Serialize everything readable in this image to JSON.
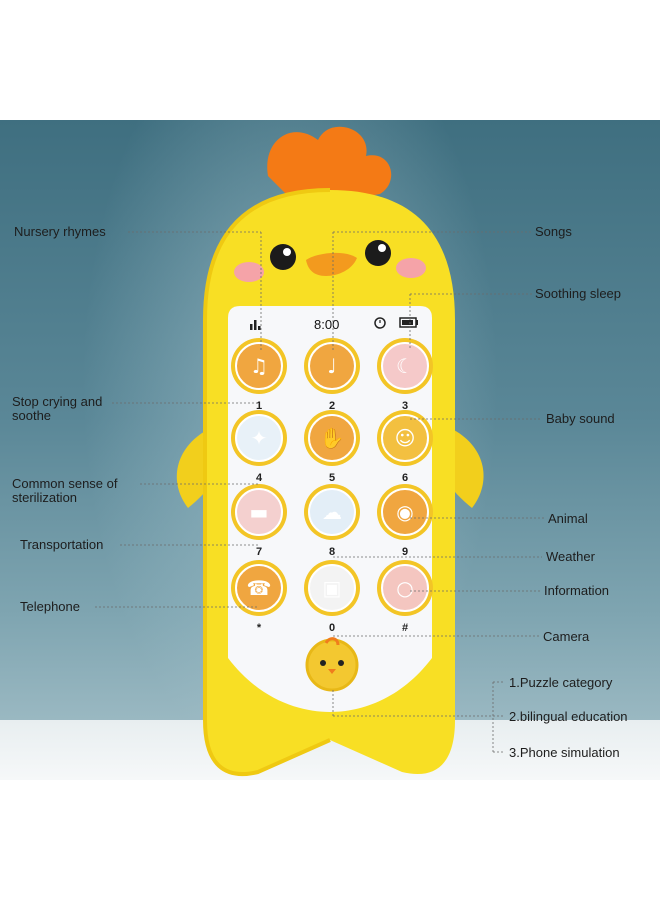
{
  "status_bar": {
    "time": "8:00"
  },
  "keys": [
    {
      "number": "1",
      "icon": "music-note-icon",
      "color": "#f0a640"
    },
    {
      "number": "2",
      "icon": "piano-icon",
      "color": "#f0a640"
    },
    {
      "number": "3",
      "icon": "sleeping-baby-icon",
      "color": "#f5c9c9"
    },
    {
      "number": "4",
      "icon": "baby-mobile-icon",
      "color": "#e8f1f8"
    },
    {
      "number": "5",
      "icon": "hand-wave-icon",
      "color": "#f0a640"
    },
    {
      "number": "6",
      "icon": "baby-face-icon",
      "color": "#f3c040"
    },
    {
      "number": "7",
      "icon": "car-icon",
      "color": "#f4d0cf"
    },
    {
      "number": "8",
      "icon": "cloud-sun-icon",
      "color": "#e3eef7"
    },
    {
      "number": "9",
      "icon": "bear-icon",
      "color": "#f0a640"
    },
    {
      "number": "*",
      "icon": "phone-handset-icon",
      "color": "#f0a640"
    },
    {
      "number": "0",
      "icon": "camera-icon",
      "color": "#f3f3f3"
    },
    {
      "number": "#",
      "icon": "chat-bubble-icon",
      "color": "#f4c6c0"
    }
  ],
  "labels": {
    "nursery_rhymes": "Nursery rhymes",
    "songs": "Songs",
    "soothing_sleep": "Soothing sleep",
    "stop_crying": "Stop crying and soothe",
    "baby_sound": "Baby sound",
    "common_sense": "Common sense of sterilization",
    "animal": "Animal",
    "transportation": "Transportation",
    "weather": "Weather",
    "telephone": "Telephone",
    "information": "Information",
    "camera": "Camera"
  },
  "modes": [
    "1.Puzzle category",
    "2.bilingual education",
    "3.Phone simulation"
  ],
  "colors": {
    "body_yellow": "#f8df24",
    "screen_white": "#f7f8fa",
    "comb_orange": "#f47a15",
    "key_orange": "#f0a640"
  }
}
